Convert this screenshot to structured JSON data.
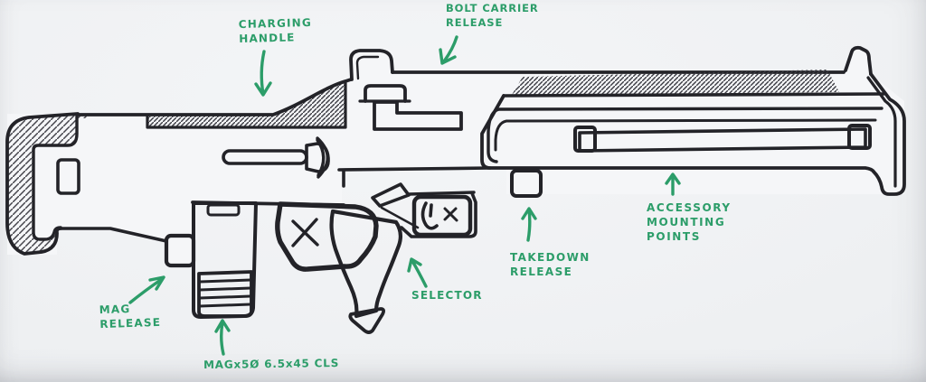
{
  "labels": {
    "charging_handle": {
      "lines": [
        "CHARGING",
        "HANDLE"
      ]
    },
    "bolt_carrier_release": {
      "lines": [
        "BOLT CARRIER",
        "RELEASE"
      ]
    },
    "accessory_mounting_points": {
      "lines": [
        "ACCESSORY",
        "MOUNTING",
        "POINTS"
      ]
    },
    "takedown_release": {
      "lines": [
        "TAKEDOWN",
        "RELEASE"
      ]
    },
    "selector": {
      "lines": [
        "SELECTOR"
      ]
    },
    "mag_release": {
      "lines": [
        "MAG",
        "RELEASE"
      ]
    },
    "mag_spec": {
      "lines": [
        "MAGx5Ø 6.5x45 CLS"
      ]
    }
  },
  "colors": {
    "annotation_green": "#2c9d69",
    "ink": "#232328",
    "paper": "#eef0f2"
  }
}
